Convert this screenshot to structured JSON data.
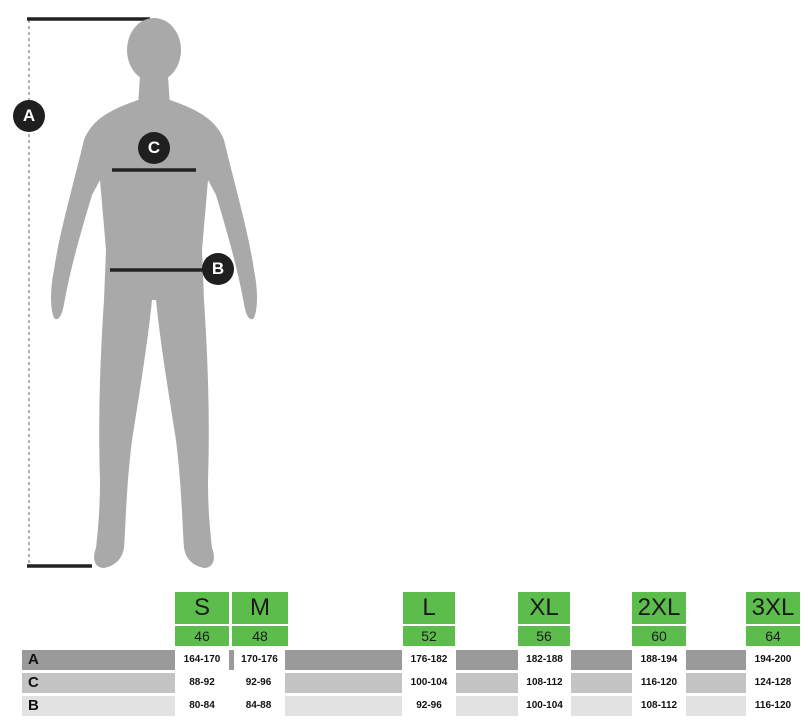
{
  "markers": {
    "a": "A",
    "b": "B",
    "c": "C"
  },
  "sizes": [
    {
      "label": "S",
      "number": "46"
    },
    {
      "label": "M",
      "number": "48"
    },
    {
      "label": "L",
      "number": "52"
    },
    {
      "label": "XL",
      "number": "56"
    },
    {
      "label": "2XL",
      "number": "60"
    },
    {
      "label": "3XL",
      "number": "64"
    }
  ],
  "rows": [
    {
      "key": "A",
      "values": [
        "164-170",
        "170-176",
        "176-182",
        "182-188",
        "188-194",
        "194-200"
      ]
    },
    {
      "key": "C",
      "values": [
        "88-92",
        "92-96",
        "100-104",
        "108-112",
        "116-120",
        "124-128"
      ]
    },
    {
      "key": "B",
      "values": [
        "80-84",
        "84-88",
        "92-96",
        "100-104",
        "108-112",
        "116-120"
      ]
    }
  ],
  "colors": {
    "size_header": "#5cbd4c",
    "row_a": "#9a9a9a",
    "row_c": "#c4c4c4",
    "row_b": "#e2e2e2",
    "silhouette": "#a9a9a9"
  }
}
